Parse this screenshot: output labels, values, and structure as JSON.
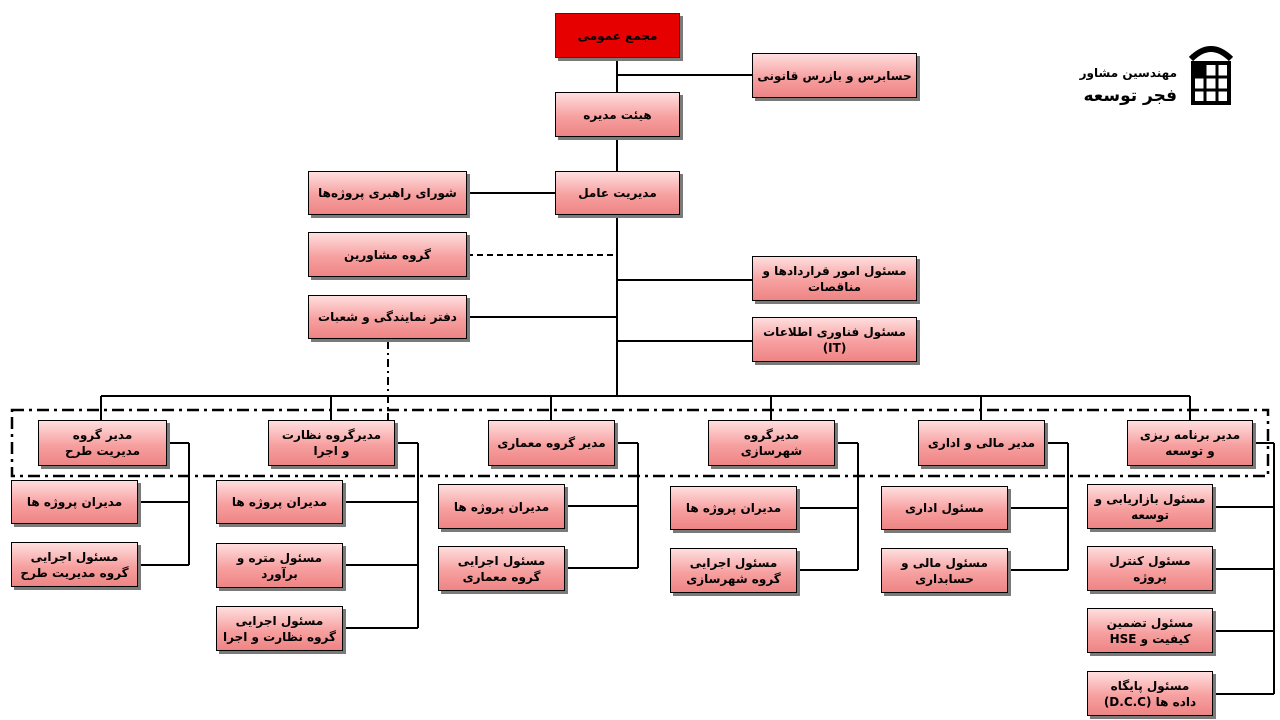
{
  "logo": {
    "line1": "مهندسین مشاور",
    "line2": "فجر توسعه"
  },
  "boxes": {
    "general_assembly": "مجمع عمومی",
    "auditor": "حسابرس و بازرس قانونی",
    "board": "هیئت مدیره",
    "ceo": "مدیریت عامل",
    "steering_council": "شورای راهبری پروژه‌ها",
    "advisors": "گروه مشاورین",
    "representative_office": "دفتر نمایندگی و شعبات",
    "contracts_officer": "مسئول امور قراردادها و\nمناقصات",
    "it_officer": "مسئول فناوری اطلاعات\n(IT)",
    "plan_mgmt_manager": "مدیر گروه\nمدیریت طرح",
    "supervision_manager": "مدیرگروه نظارت\nو اجرا",
    "architecture_manager": "مدیر گروه معماری",
    "urban_manager": "مدیرگروه\nشهرسازی",
    "finance_manager": "مدیر مالی و اداری",
    "planning_manager": "مدیر برنامه ریزی\nو توسعه",
    "pm_project_managers": "مدیران پروژه ها",
    "pm_exec": "مسئول اجرایی\nگروه مدیریت طرح",
    "sv_project_managers": "مدیران پروژه ها",
    "sv_estimator": "مسئول متره و\nبرآورد",
    "sv_exec": "مسئول اجرایی\nگروه نظارت و اجرا",
    "ar_project_managers": "مدیران پروژه ها",
    "ar_exec": "مسئول اجرایی\nگروه معماری",
    "ur_project_managers": "مدیران پروژه ها",
    "ur_exec": "مسئول اجرایی\nگروه شهرسازی",
    "fi_admin": "مسئول اداری",
    "fi_accounting": "مسئول مالی و\nحسابداری",
    "pl_marketing": "مسئول بازاریابی و\nتوسعه",
    "pl_control": "مسئول کنترل\nپروژه",
    "pl_qa_hse": "مسئول تضمین\nکیفیت و HSE",
    "pl_dcc": "مسئول پایگاه\nداده ها (D.C.C)"
  },
  "colors": {
    "box_fill": "#f7a0a0",
    "top_fill": "#e60000",
    "line": "#000000"
  }
}
